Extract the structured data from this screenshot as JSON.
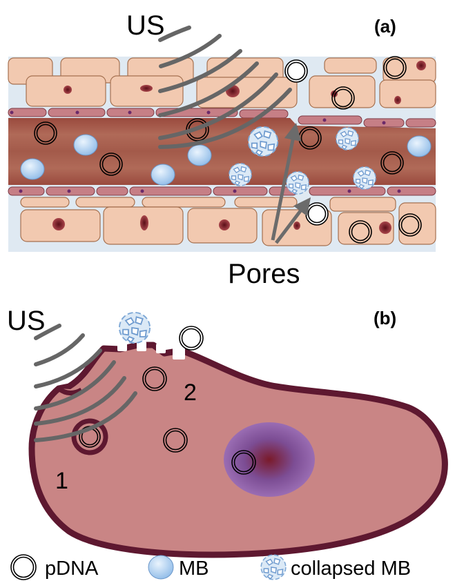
{
  "panel_a": {
    "label": "(a)",
    "us_label": "US",
    "pores_label": "Pores"
  },
  "panel_b": {
    "label": "(b)",
    "us_label": "US",
    "pathway_1": "1",
    "pathway_2": "2"
  },
  "legend": [
    {
      "label": "pDNA",
      "icon": "pdna-ring-icon"
    },
    {
      "label": "MB",
      "icon": "microbubble-icon"
    },
    {
      "label": "collapsed MB",
      "icon": "collapsed-microbubble-icon"
    }
  ],
  "colors": {
    "tissue_cell": "#f2c9b0",
    "cell_nucleus": "#8a2d32",
    "vessel": "#a45a4a",
    "interstitial": "#dfe9f2",
    "endothelium": "#c67f86",
    "cell_body": "#c98585",
    "cell_membrane": "#5e1830",
    "cell_nucleus_b": "#8a5aa0",
    "microbubble": "#b8d6f2",
    "us_waves": "#666666",
    "arrow": "#6b6b6b"
  }
}
